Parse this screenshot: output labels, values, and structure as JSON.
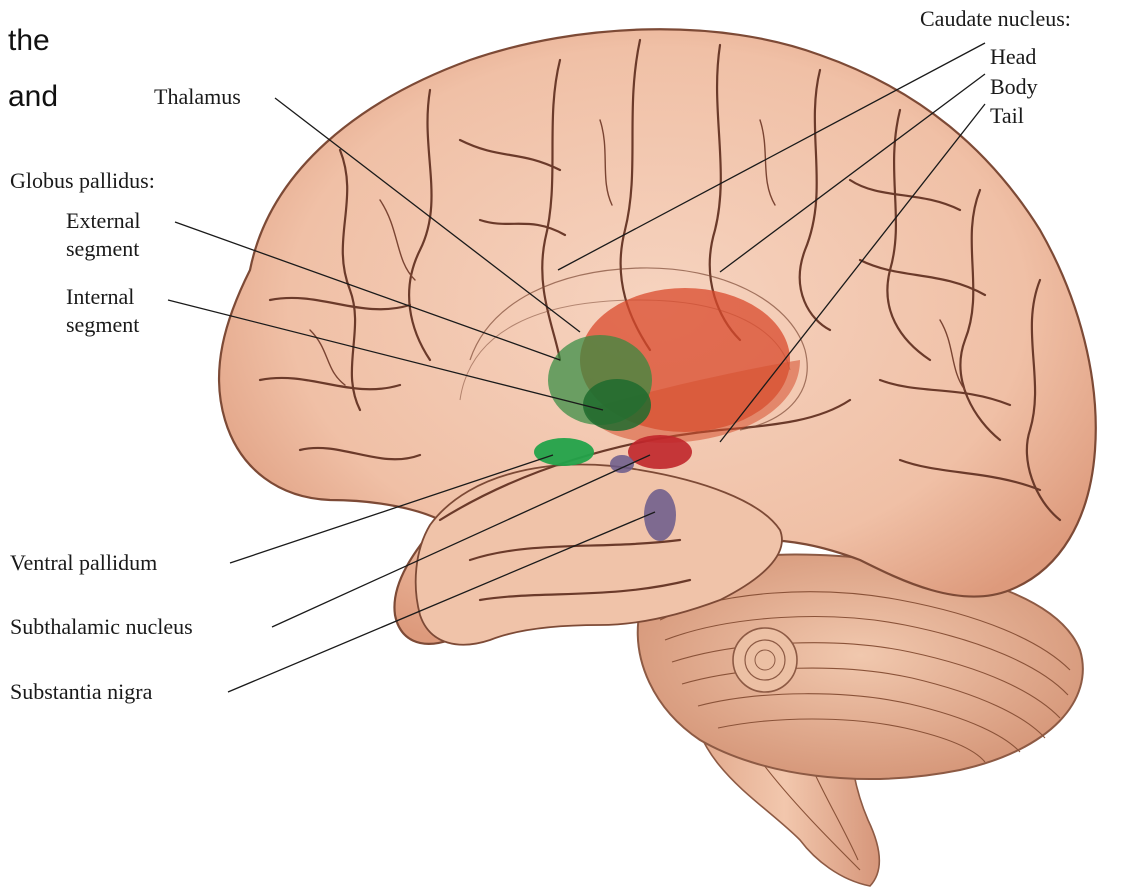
{
  "cut_text": {
    "line1": "the",
    "line2": "and"
  },
  "labels": {
    "thalamus": "Thalamus",
    "globus_pallidus": "Globus pallidus:",
    "external_segment_1": "External",
    "external_segment_2": "segment",
    "internal_segment_1": "Internal",
    "internal_segment_2": "segment",
    "ventral_pallidum": "Ventral pallidum",
    "subthalamic_nucleus": "Subthalamic nucleus",
    "substantia_nigra": "Substantia nigra",
    "caudate_nucleus": "Caudate nucleus:",
    "caudate_head": "Head",
    "caudate_body": "Body",
    "caudate_tail": "Tail"
  },
  "colors": {
    "brain_fill": "#f2c6ae",
    "brain_shadow": "#d9957a",
    "striatum_red": "#d94a2c",
    "pallidus_green": "#2f8a3e",
    "ventral_green": "#22a34a",
    "subthalamic_red": "#c0262b",
    "nigra_purple": "#6a5a8c",
    "cerebellum": "#e8b79a"
  }
}
